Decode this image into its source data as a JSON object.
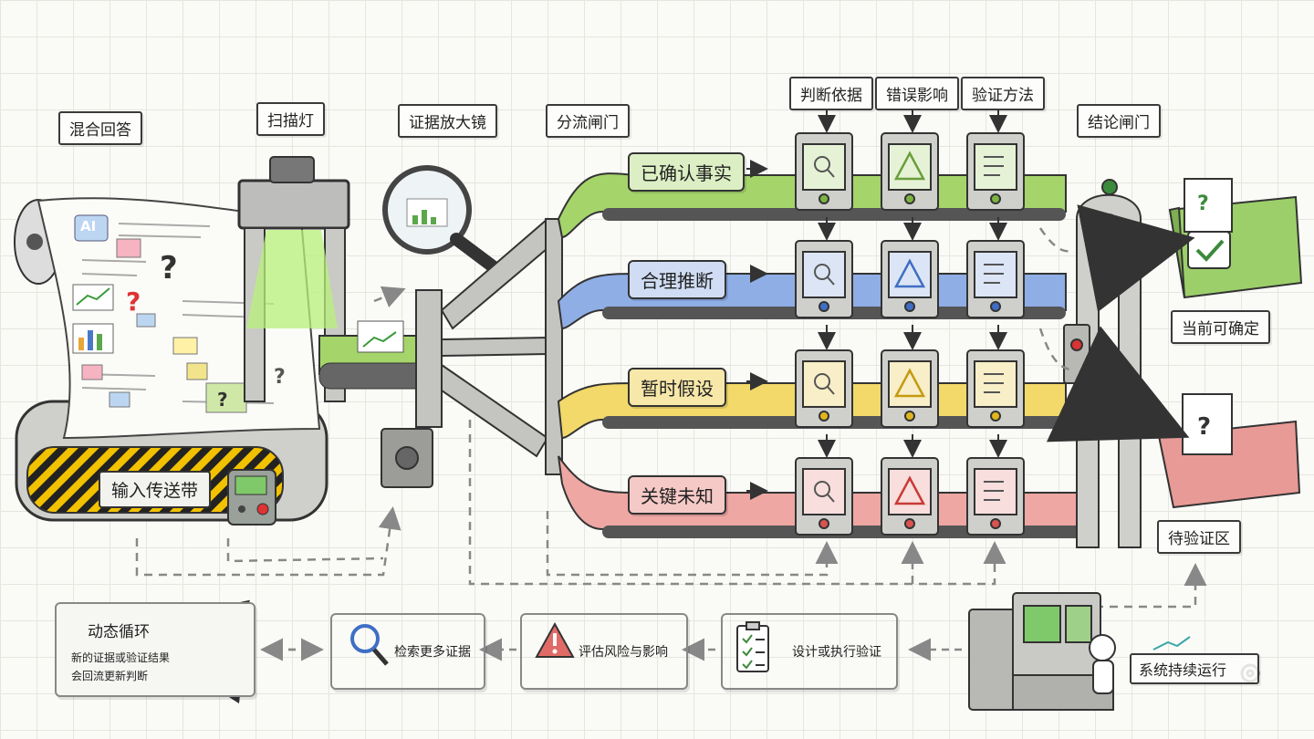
{
  "input": {
    "mixed_answer_label": "混合回答",
    "scan_lamp_label": "扫描灯",
    "magnifier_label": "证据放大镜",
    "diverter_label": "分流闸门",
    "belt_label": "输入传送带",
    "scroll_badge": "AI"
  },
  "criteria_headers": [
    "判断依据",
    "错误影响",
    "验证方法"
  ],
  "categories": [
    {
      "label": "已确认事实",
      "color": "#7cb342",
      "fill": "#dcefc4"
    },
    {
      "label": "合理推断",
      "color": "#3f6fc4",
      "fill": "#cfdcf3"
    },
    {
      "label": "暂时假设",
      "color": "#e0b520",
      "fill": "#f7e7a8"
    },
    {
      "label": "关键未知",
      "color": "#d9534f",
      "fill": "#f5c9c6"
    }
  ],
  "gate": {
    "label": "结论闸门"
  },
  "outputs": {
    "confirmed_label": "当前可确定",
    "pending_label": "待验证区"
  },
  "loop": {
    "title": "动态循环",
    "desc_line1": "新的证据或验证结果",
    "desc_line2": "会回流更新判断",
    "step_search": "检索更多证据",
    "step_risk": "评估风险与影响",
    "step_verify": "设计或执行验证",
    "system_label": "系统持续运行"
  },
  "icons": {
    "search": "magnifier-icon",
    "warning": "warning-icon",
    "checklist": "checklist-icon",
    "cycle": "cycle-arrows-icon",
    "gear": "gear-icon"
  }
}
